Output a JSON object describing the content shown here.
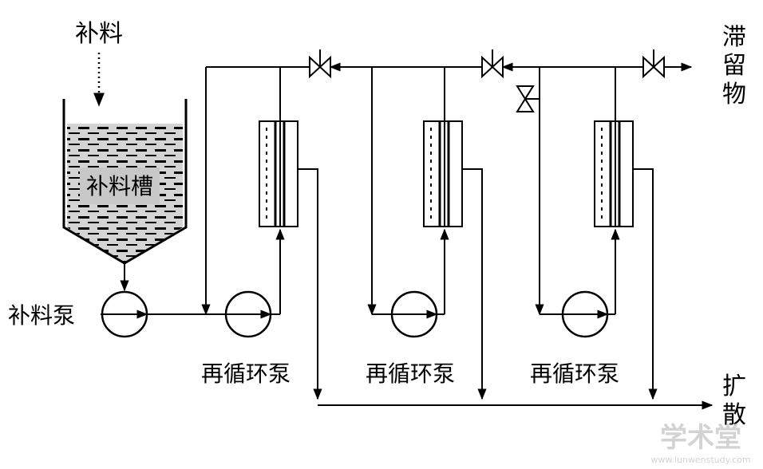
{
  "labels": {
    "feed": "补料",
    "feed_tank": "补料槽",
    "feed_pump": "补料泵",
    "recirc_pump": "再循环泵",
    "retentate": [
      "滞",
      "留",
      "物"
    ],
    "diffusate": [
      "扩",
      "散"
    ]
  },
  "watermark": {
    "main": "学术堂",
    "sub": "www.lunwenstudy.com"
  },
  "colors": {
    "line": "#000000",
    "tank_fill": "#c8c8c8",
    "watermark": "#b0b0b0"
  },
  "icons": [
    "valve-icon",
    "pump-icon",
    "membrane-module-icon"
  ]
}
